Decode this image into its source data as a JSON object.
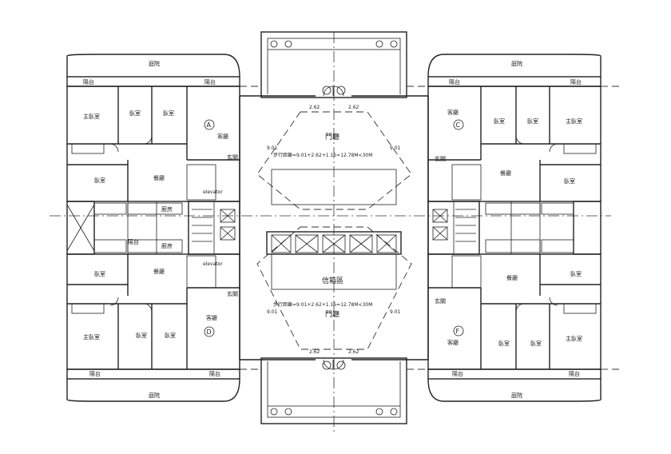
{
  "labels": {
    "courtyard": "庭院",
    "balcony": "陽台",
    "master_bedroom": "主臥室",
    "bedroom": "臥室",
    "living_room": "客廳",
    "dining_room": "餐廳",
    "kitchen": "廚房",
    "entrance": "玄關",
    "lobby": "門廳",
    "mailbox_area": "信箱區",
    "elevator_small": "elevator"
  },
  "units": {
    "a": "A",
    "c": "C",
    "d": "D",
    "f": "F"
  },
  "dimensions": {
    "door_left": "2.62",
    "door_right": "2.62",
    "side_left": "9.01",
    "side_right": "9.01",
    "walk_distance_top": "步行距離=9.01+2.62+1.15=12.78M<30M",
    "walk_distance_bottom": "步行距離=9.01+2.62+1.15=12.78M<30M"
  }
}
